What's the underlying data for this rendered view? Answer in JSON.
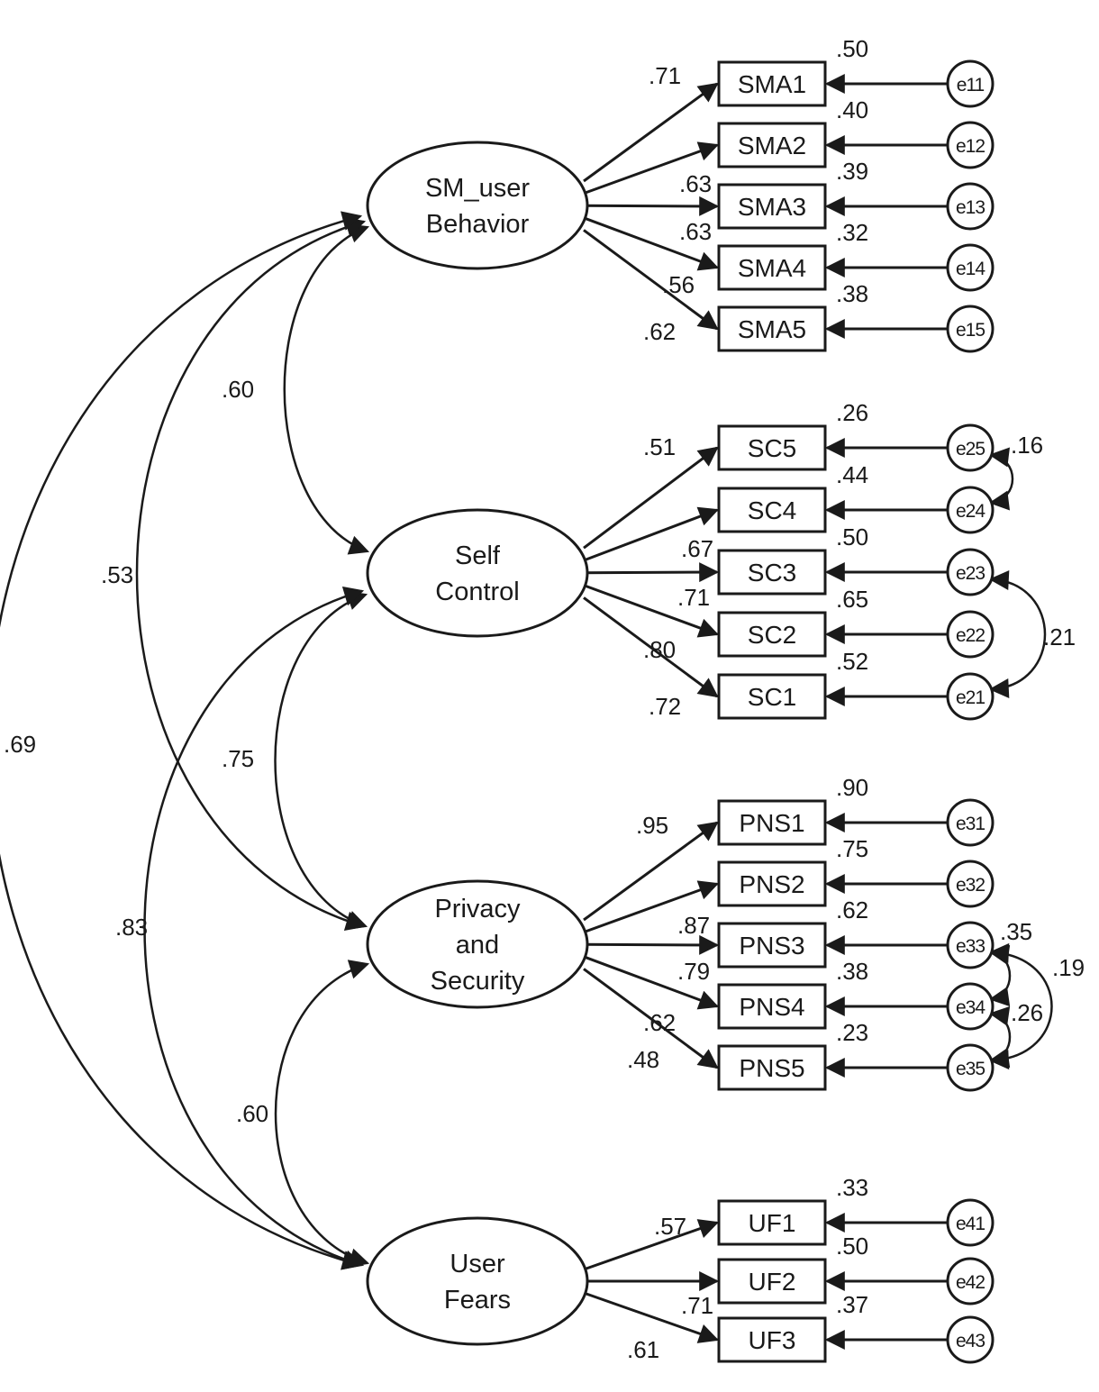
{
  "latents": [
    {
      "id": "SMA",
      "lines": [
        "SM_user",
        "Behavior"
      ]
    },
    {
      "id": "SC",
      "lines": [
        "Self",
        "Control"
      ]
    },
    {
      "id": "PNS",
      "lines": [
        "Privacy",
        "and",
        "Security"
      ]
    },
    {
      "id": "UF",
      "lines": [
        "User",
        "Fears"
      ]
    }
  ],
  "indicators": [
    {
      "name": "SMA1",
      "error": "e11",
      "loading": ".71",
      "r2": ".50"
    },
    {
      "name": "SMA2",
      "error": "e12",
      "loading": ".63",
      "r2": ".40"
    },
    {
      "name": "SMA3",
      "error": "e13",
      "loading": ".63",
      "r2": ".39"
    },
    {
      "name": "SMA4",
      "error": "e14",
      "loading": ".56",
      "r2": ".32"
    },
    {
      "name": "SMA5",
      "error": "e15",
      "loading": ".62",
      "r2": ".38"
    },
    {
      "name": "SC5",
      "error": "e25",
      "loading": ".51",
      "r2": ".26"
    },
    {
      "name": "SC4",
      "error": "e24",
      "loading": ".67",
      "r2": ".44"
    },
    {
      "name": "SC3",
      "error": "e23",
      "loading": ".71",
      "r2": ".50"
    },
    {
      "name": "SC2",
      "error": "e22",
      "loading": ".80",
      "r2": ".65"
    },
    {
      "name": "SC1",
      "error": "e21",
      "loading": ".72",
      "r2": ".52"
    },
    {
      "name": "PNS1",
      "error": "e31",
      "loading": ".95",
      "r2": ".90"
    },
    {
      "name": "PNS2",
      "error": "e32",
      "loading": ".87",
      "r2": ".75"
    },
    {
      "name": "PNS3",
      "error": "e33",
      "loading": ".79",
      "r2": ".62"
    },
    {
      "name": "PNS4",
      "error": "e34",
      "loading": ".62",
      "r2": ".38"
    },
    {
      "name": "PNS5",
      "error": "e35",
      "loading": ".48",
      "r2": ".23"
    },
    {
      "name": "UF1",
      "error": "e41",
      "loading": ".57",
      "r2": ".33"
    },
    {
      "name": "UF2",
      "error": "e42",
      "loading": ".71",
      "r2": ".50"
    },
    {
      "name": "UF3",
      "error": "e43",
      "loading": ".61",
      "r2": ".37"
    }
  ],
  "latent_correlations": [
    {
      "from": "SMA",
      "to": "SC",
      "value": ".60"
    },
    {
      "from": "SMA",
      "to": "PNS",
      "value": ".53"
    },
    {
      "from": "SMA",
      "to": "UF",
      "value": ".69"
    },
    {
      "from": "SC",
      "to": "PNS",
      "value": ".75"
    },
    {
      "from": "SC",
      "to": "UF",
      "value": ".83"
    },
    {
      "from": "PNS",
      "to": "UF",
      "value": ".60"
    }
  ],
  "error_covariances": [
    {
      "from": "e25",
      "to": "e24",
      "value": ".16"
    },
    {
      "from": "e23",
      "to": "e21",
      "value": ".21"
    },
    {
      "from": "e33",
      "to": "e34",
      "value": ".35"
    },
    {
      "from": "e34",
      "to": "e35",
      "value": ".26"
    },
    {
      "from": "e33",
      "to": "e35",
      "value": ".19"
    }
  ]
}
